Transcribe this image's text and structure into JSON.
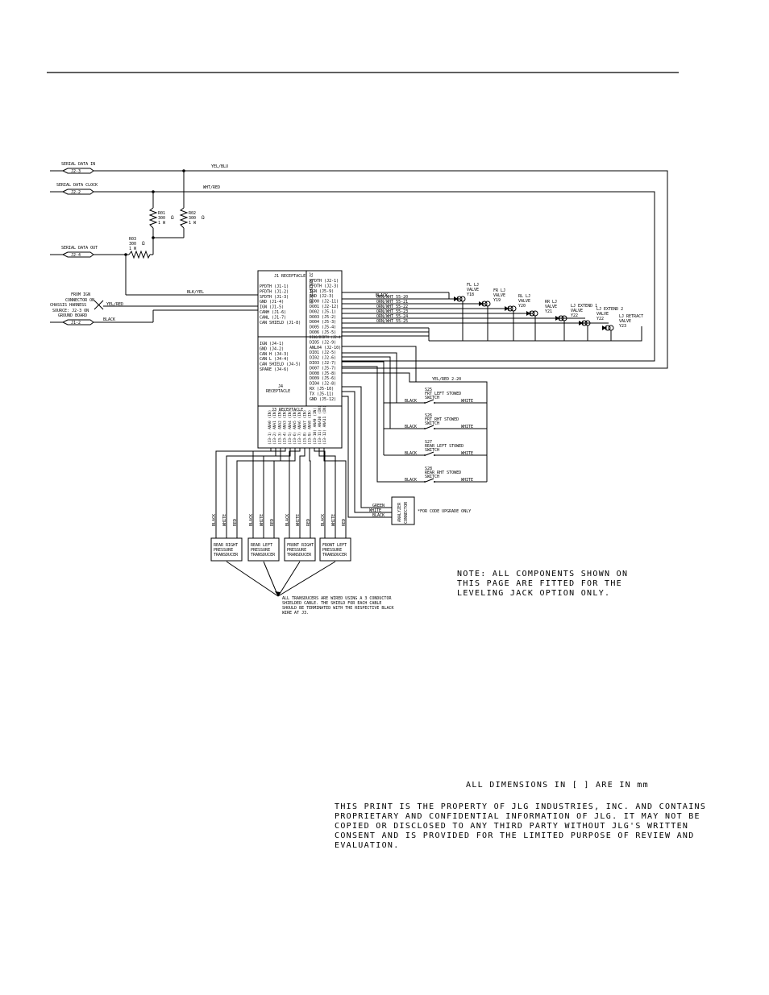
{
  "inputs": [
    {
      "label": "SERIAL DATA IN",
      "connector": "J2-3"
    },
    {
      "label": "SERIAL DATA CLOCK",
      "connector": "J2-2"
    },
    {
      "label": "SERIAL DATA OUT",
      "connector": "J2-4"
    },
    {
      "label": "",
      "connector": "J1-2"
    }
  ],
  "wire_labels": {
    "yel_blu": "YEL/BLU",
    "wht_red": "WHT/RED",
    "blk_yel": "BLK/YEL",
    "yel_red": "YEL/RED",
    "black": "BLACK",
    "yel_red_2": "YEL/RED 2-20",
    "green": "GREEN",
    "white": "WHITE",
    "black2": "BLACK"
  },
  "from_ign_note": [
    "FROM IGN",
    "CONNECTOR ON",
    "CHASSIS HARNESS",
    "SOURCE: J2-3 ON",
    "GROUND BOARD"
  ],
  "resistors": [
    {
      "name": "R01",
      "value": "300",
      "unit": "Ω",
      "watt": "1 W"
    },
    {
      "name": "R02",
      "value": "300",
      "unit": "Ω",
      "watt": "1 W"
    },
    {
      "name": "R03",
      "value": "300",
      "unit": "Ω",
      "watt": "1 W"
    }
  ],
  "j1": {
    "title": "J1 RECEPTACLE",
    "pins": [
      "PFDTH (J1-1)",
      "PFDTH (J1-2)",
      "SFDTH (J1-3)",
      "GND (J1-4)",
      "IGN (J1-5)",
      "CANH (J1-6)",
      "CANL (J1-7)",
      "CAN SHIELD (J1-8)"
    ]
  },
  "j2_title": "J2 RECEPTACLE",
  "j2_pins": [
    "PFDTH (J2-1)",
    "PFDTH (J2-3)",
    "IGN (J5-9)",
    "GND (J2-3)",
    "DO00 (J2-11)",
    "DO01 (J2-12)",
    "DO02 (J5-1)",
    "DO03 (J5-2)",
    "DO04 (J5-3)",
    "DO05 (J5-4)",
    "DO06 (J5-5)"
  ],
  "j5_pins": [
    "DI00/DIDTH (J2-4)",
    "DI05 (J2-9)",
    "ANL04 (J2-10)",
    "DI01 (J2-5)",
    "DI02 (J2-6)",
    "DI03 (J2-7)",
    "DO07 (J5-7)",
    "DO08 (J5-8)",
    "DO09 (J5-6)",
    "DI04 (J2-8)",
    "RX (J5-10)",
    "TX (J5-11)",
    "GND (J5-12)"
  ],
  "j4": {
    "pins": [
      "IGN (J4-1)",
      "GND (J4-2)",
      "CAN H (J4-3)",
      "CAN L (J4-4)",
      "CAN SHIELD (J4-5)",
      "SPARE (J4-6)"
    ],
    "title_line1": "J4",
    "title_line2": "RECEPTACLE"
  },
  "j3": {
    "title": "J3 RECEPTACLE",
    "pins": [
      "(J3-1) ANA0 (IN)",
      "(J3-2) ANA1 (IN)",
      "(J3-3) ANA2 (IN)",
      "(J3-4) ANA3 (IN)",
      "(J3-5) ANA4 (IN)",
      "(J3-6) ANA5 (IN)",
      "(J3-7) ANA6 (IN)",
      "(J3-8) ANA7 (IN)",
      "(J3-9) ANA8 (IN)",
      "(J3-10) ANA9 (IN)",
      "(J3-11) ANA10 (IN)",
      "(J3-12) ANA11 (IN)"
    ]
  },
  "valve_wires": [
    "ORN/WHT 55-20",
    "ORN/WHT 55-21",
    "ORN/WHT 55-22",
    "ORN/WHT 55-23",
    "ORN/WHT 55-24",
    "ORN/WHT 55-25"
  ],
  "valves": [
    {
      "lines": [
        "FL LJ",
        "VALVE",
        "Y18"
      ]
    },
    {
      "lines": [
        "FR LJ",
        "VALVE",
        "Y19"
      ]
    },
    {
      "lines": [
        "RL LJ",
        "VALVE",
        "Y20"
      ]
    },
    {
      "lines": [
        "RR LJ",
        "VALVE",
        "Y21"
      ]
    },
    {
      "lines": [
        "LJ EXTEND 1",
        "VALVE",
        "Y22"
      ]
    },
    {
      "lines": [
        "LJ EXTEND 2",
        "VALVE",
        "Y22"
      ]
    },
    {
      "lines": [
        "LJ RETRACT",
        "VALVE",
        "Y23"
      ]
    }
  ],
  "switches": [
    {
      "id": "S25",
      "name": "FRT LEFT STOWED",
      "type": "SWITCH",
      "left": "BLACK",
      "right": "WHITE"
    },
    {
      "id": "S26",
      "name": "FRT RHT STOWED",
      "type": "SWITCH",
      "left": "BLACK",
      "right": "WHITE"
    },
    {
      "id": "S27",
      "name": "REAR LEFT STOWED",
      "type": "SWITCH",
      "left": "BLACK",
      "right": "WHITE"
    },
    {
      "id": "S28",
      "name": "REAR RHT STOWED",
      "type": "SWITCH",
      "left": "BLACK",
      "right": "WHITE"
    }
  ],
  "analyzer": {
    "label": "ANALYZER CONNECTOR",
    "note": "*FOR CODE UPGRADE ONLY"
  },
  "transducers": [
    {
      "lines": [
        "REAR RIGHT",
        "PRESSURE",
        "TRANSDUCER"
      ],
      "wires": [
        "BLACK",
        "WHITE",
        "RED"
      ]
    },
    {
      "lines": [
        "REAR LEFT",
        "PRESSURE",
        "TRANSDUCER"
      ],
      "wires": [
        "BLACK",
        "WHITE",
        "RED"
      ]
    },
    {
      "lines": [
        "FRONT RIGHT",
        "PRESSURE",
        "TRANSDUCER"
      ],
      "wires": [
        "BLACK",
        "WHITE",
        "RED"
      ]
    },
    {
      "lines": [
        "FRONT LEFT",
        "PRESSURE",
        "TRANSDUCER"
      ],
      "wires": [
        "BLACK",
        "WHITE",
        "RED"
      ]
    }
  ],
  "transducer_note": [
    "ALL TRANSDUCERS ARE WIRED USING A 3 CONDUCTOR",
    "SHIELDED CABLE.  THE SHIELD FOR EACH CABLE",
    "SHOULD BE TERMINATED WITH THE RESPECTIVE BLACK",
    "WIRE AT J3."
  ],
  "note_leveling": [
    "NOTE: ALL COMPONENTS SHOWN ON",
    "THIS PAGE ARE FITTED FOR THE",
    "LEVELING JACK OPTION ONLY."
  ],
  "dimensions_note": "ALL DIMENSIONS IN [ ] ARE IN mm",
  "proprietary": [
    "THIS PRINT IS THE PROPERTY OF JLG INDUSTRIES, INC. AND CONTAINS",
    "PROPRIETARY AND CONFIDENTIAL INFORMATION OF JLG.  IT MAY NOT BE",
    "COPIED OR DISCLOSED TO ANY THIRD PARTY WITHOUT JLG'S WRITTEN",
    "CONSENT AND IS PROVIDED FOR THE LIMITED PURPOSE OF REVIEW AND",
    "EVALUATION."
  ]
}
